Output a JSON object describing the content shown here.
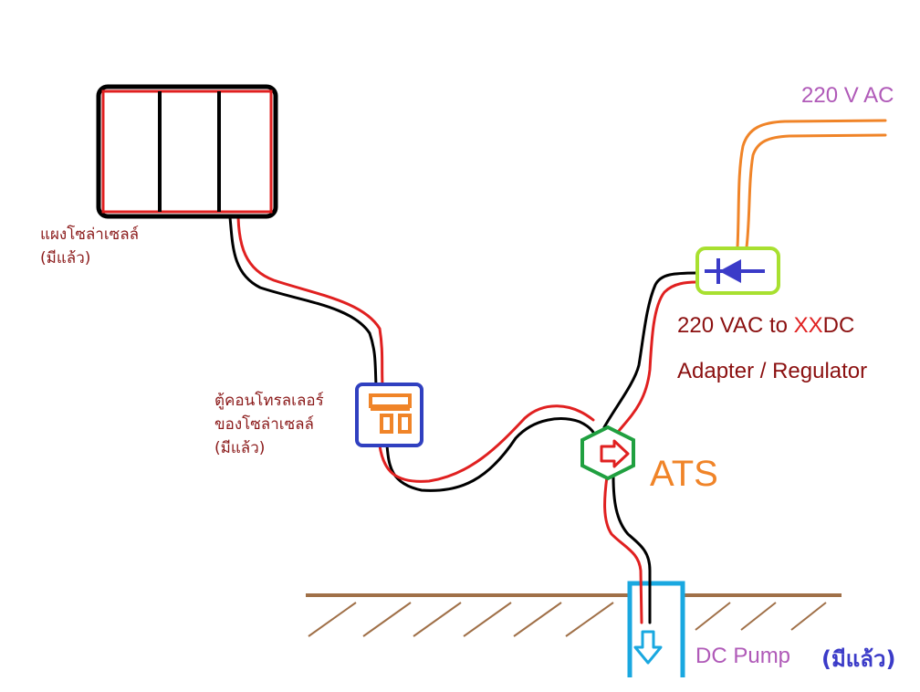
{
  "labels": {
    "solar_panel": [
      "แผงโซล่าเซลล์",
      "(มีแล้ว)"
    ],
    "controller": [
      "ตู้คอนโทรลเลอร์",
      "ของโซล่าเซลล์",
      "(มีแล้ว)"
    ],
    "ac_source": "220 V AC",
    "adapter_line1_pre": "220 VAC to ",
    "adapter_line1_xx": "XX",
    "adapter_line1_post": "DC",
    "adapter_line2": "Adapter / Regulator",
    "ats": "ATS",
    "pump": "DC Pump",
    "pump_status": "(มีแล้ว)"
  },
  "colors": {
    "wire_positive": "#e02020",
    "wire_negative": "#000000",
    "wire_ac": "#f08428",
    "controller_box": "#3040c0",
    "adapter_box": "#a8e030",
    "ats_box": "#20a040",
    "ground": "#a07048",
    "well": "#1aa8e0"
  },
  "icons": {
    "solar_panel": "solar-panel-icon",
    "controller": "controller-box-icon",
    "adapter": "diode-icon",
    "ats": "switch-arrow-icon",
    "pump": "down-arrow-icon"
  }
}
